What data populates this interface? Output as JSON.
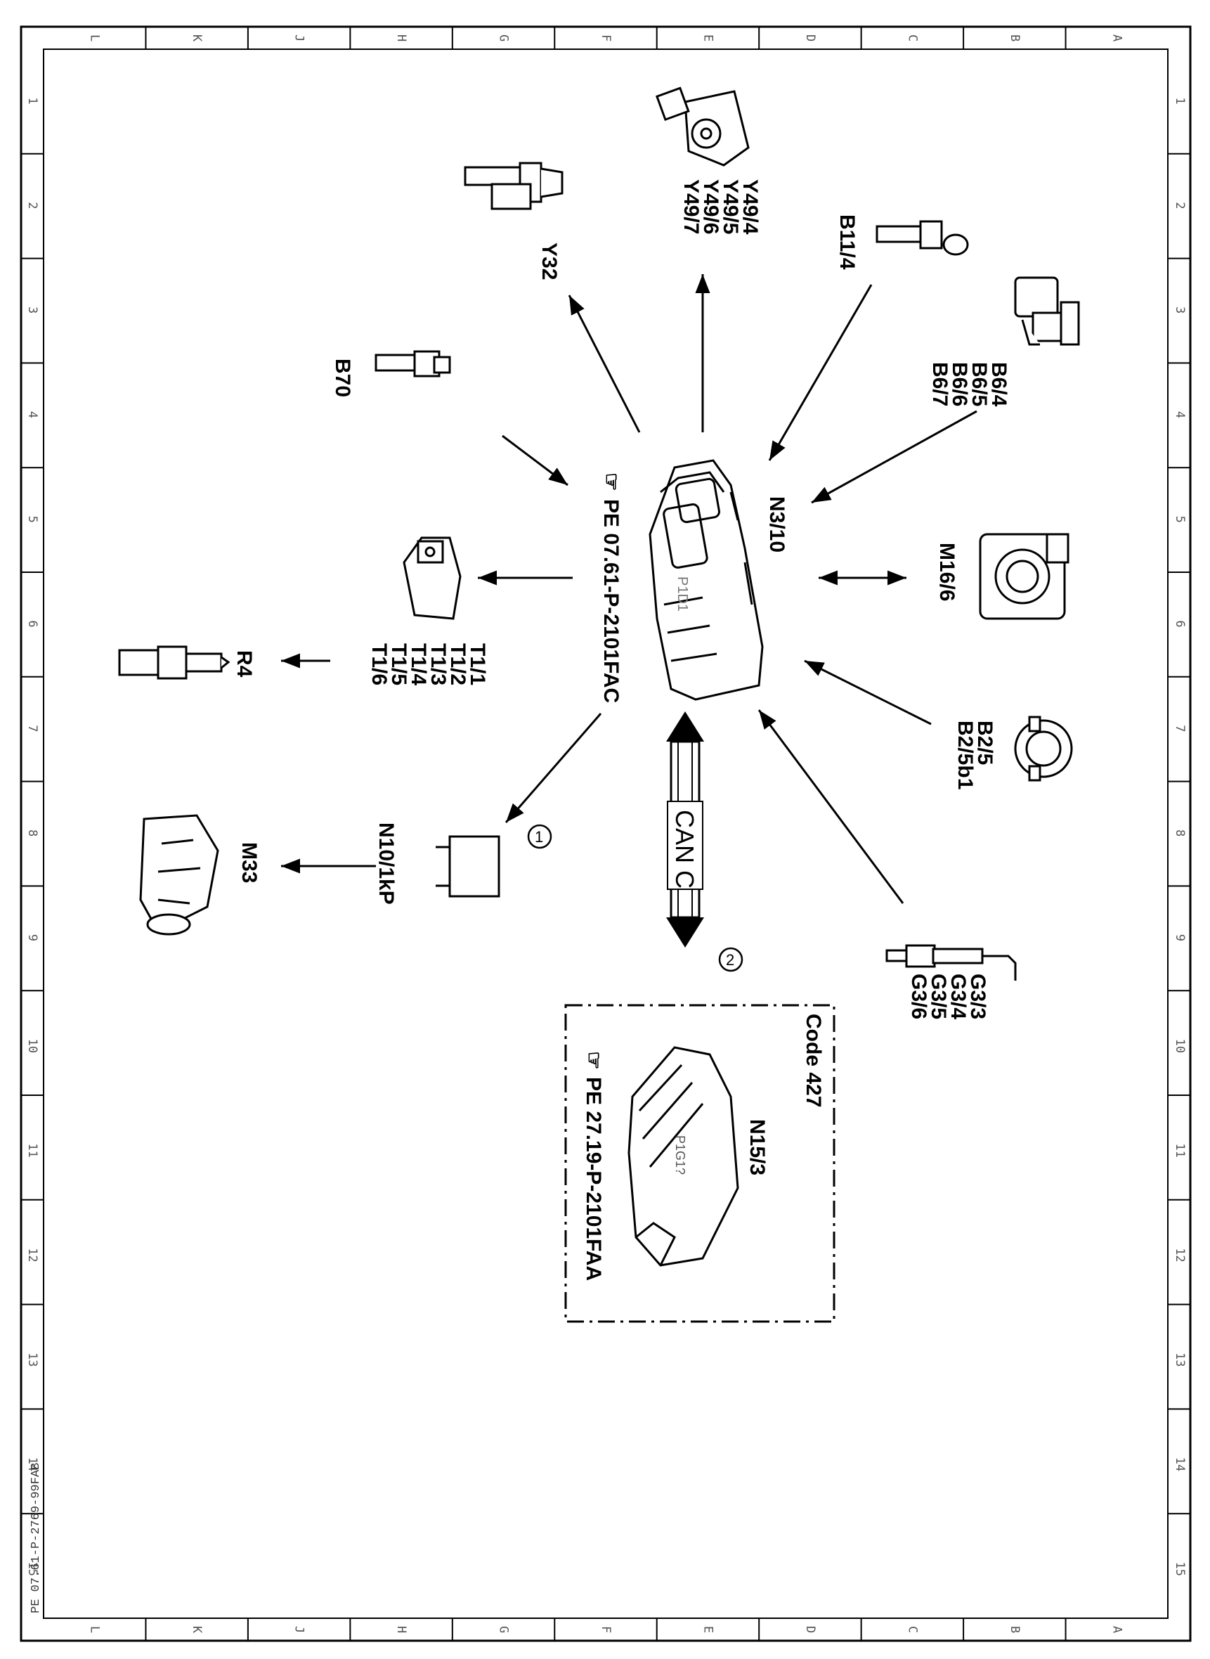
{
  "frame": {
    "col_letters": [
      "L",
      "K",
      "J",
      "H",
      "G",
      "F",
      "E",
      "D",
      "C",
      "B",
      "A"
    ],
    "row_numbers": [
      "1",
      "2",
      "3",
      "4",
      "5",
      "6",
      "7",
      "8",
      "9",
      "10",
      "11",
      "12",
      "13",
      "14",
      "15"
    ]
  },
  "doc_id": "PE 07.61-P-2769-99FAB",
  "ecu": {
    "label": "N3/10",
    "ref": "PE 07.61-P-2101FAC",
    "ref_icon": "hand-pointer-icon",
    "housing_text": "P1D1"
  },
  "components": {
    "y49": [
      "Y49/4",
      "Y49/5",
      "Y49/6",
      "Y49/7"
    ],
    "b11": "B11/4",
    "b6": [
      "B6/4",
      "B6/5",
      "B6/6",
      "B6/7"
    ],
    "m16": "M16/6",
    "b2": [
      "B2/5",
      "B2/5b1"
    ],
    "g3": [
      "G3/3",
      "G3/4",
      "G3/5",
      "G3/6"
    ],
    "y32": "Y32",
    "b70": "B70",
    "t1": [
      "T1/1",
      "T1/2",
      "T1/3",
      "T1/4",
      "T1/5",
      "T1/6"
    ],
    "r4": "R4",
    "n10": "N10/1kP",
    "m33": "M33"
  },
  "bus": {
    "label": "CAN C",
    "marker1": "1",
    "marker2": "2"
  },
  "option_box": {
    "code": "Code 427",
    "unit": "N15/3",
    "ref": "PE 27.19-P-2101FAA",
    "housing_text": "P1G1?"
  }
}
